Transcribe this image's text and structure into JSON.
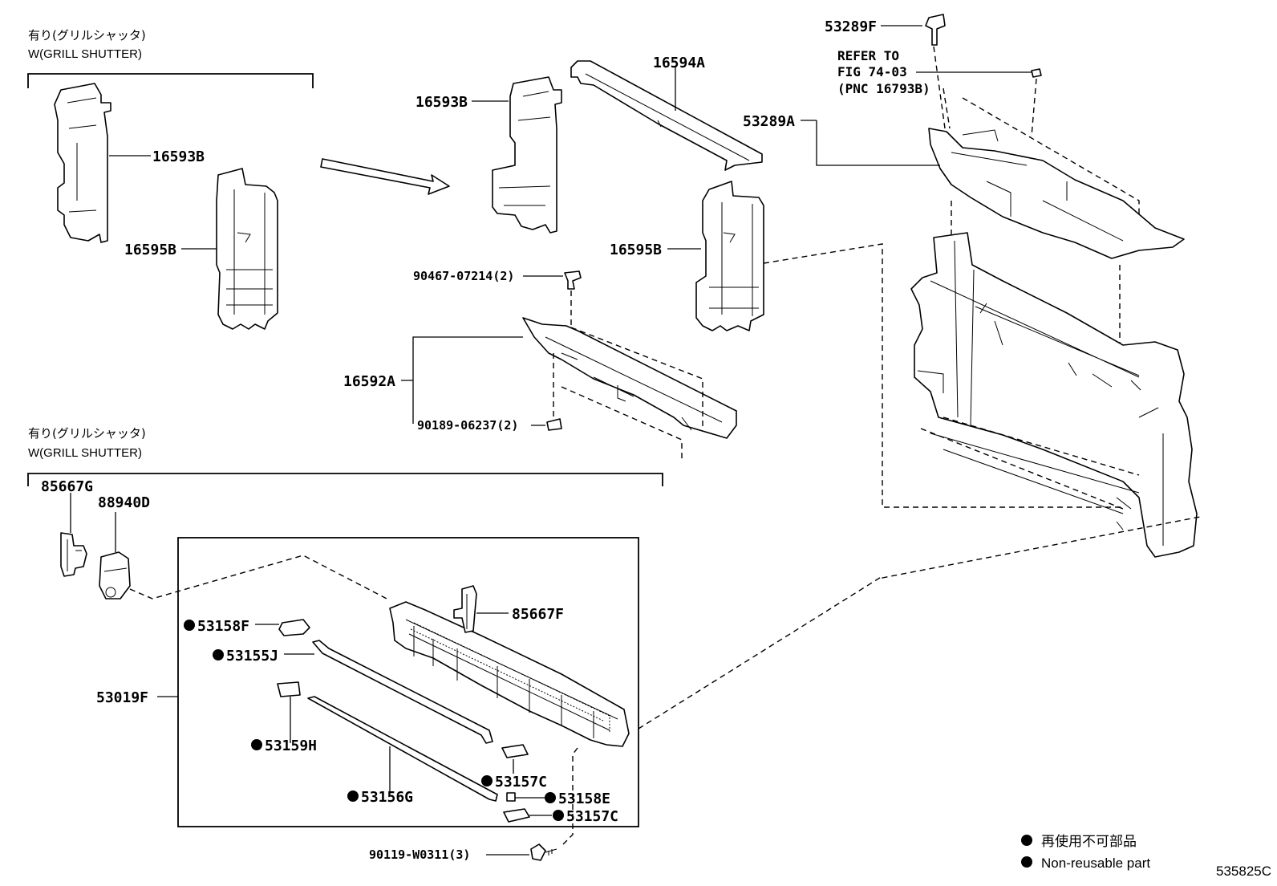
{
  "groups": {
    "top_jp": "有り(グリルシャッタ)",
    "top_en": "W(GRILL SHUTTER)",
    "bottom_jp": "有り(グリルシャッタ)",
    "bottom_en": "W(GRILL SHUTTER)"
  },
  "parts": {
    "p16593B_left": "16593B",
    "p16595B_left": "16595B",
    "p16593B": "16593B",
    "p16594A": "16594A",
    "p16595B": "16595B",
    "p90467": "90467-07214(2)",
    "p16592A": "16592A",
    "p90189": "90189-06237(2)",
    "p53289F": "53289F",
    "p53289A": "53289A",
    "p85667G": "85667G",
    "p88940D": "88940D",
    "p53158F": "53158F",
    "p53155J": "53155J",
    "p53019F": "53019F",
    "p85667F": "85667F",
    "p53159H": "53159H",
    "p53156G": "53156G",
    "p53157C_a": "53157C",
    "p53158E": "53158E",
    "p53157C_b": "53157C",
    "p90119": "90119-W0311(3)"
  },
  "reference": {
    "line1": "REFER TO",
    "line2": "FIG 74-03",
    "line3": "(PNC 16793B)"
  },
  "legend": {
    "jp": "再使用不可部品",
    "en": "Non-reusable part"
  },
  "figure_id": "535825C"
}
